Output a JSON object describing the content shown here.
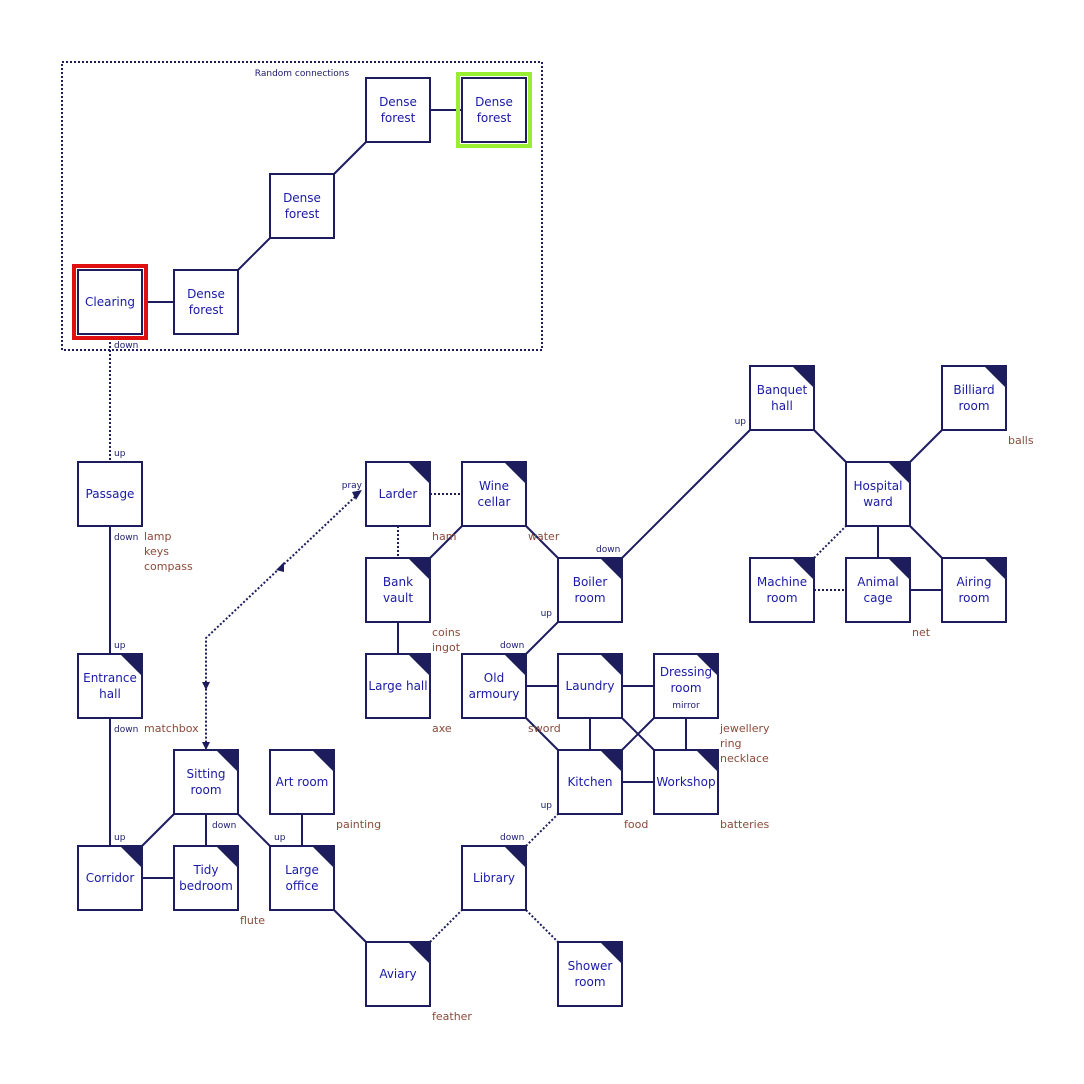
{
  "colors": {
    "line": "#1d1d5e",
    "room_text": "#1a1aa6",
    "item_text": "#8b4a3a",
    "start_highlight": "#e01010",
    "end_highlight": "#99ee33"
  },
  "region": {
    "label": "Random connections"
  },
  "rooms": [
    {
      "id": "clearing",
      "lines": [
        "Clearing"
      ],
      "corner": false,
      "highlight": "start"
    },
    {
      "id": "forest1",
      "lines": [
        "Dense",
        "forest"
      ],
      "corner": false
    },
    {
      "id": "forest2",
      "lines": [
        "Dense",
        "forest"
      ],
      "corner": false
    },
    {
      "id": "forest3",
      "lines": [
        "Dense",
        "forest"
      ],
      "corner": false
    },
    {
      "id": "forest4",
      "lines": [
        "Dense",
        "forest"
      ],
      "corner": false,
      "highlight": "end"
    },
    {
      "id": "passage",
      "lines": [
        "Passage"
      ],
      "corner": false
    },
    {
      "id": "entrance",
      "lines": [
        "Entrance",
        "hall"
      ],
      "corner": true
    },
    {
      "id": "corridor",
      "lines": [
        "Corridor"
      ],
      "corner": true
    },
    {
      "id": "sitting",
      "lines": [
        "Sitting",
        "room"
      ],
      "corner": true
    },
    {
      "id": "tidy",
      "lines": [
        "Tidy",
        "bedroom"
      ],
      "corner": true
    },
    {
      "id": "artroom",
      "lines": [
        "Art room"
      ],
      "corner": true
    },
    {
      "id": "largeoffice",
      "lines": [
        "Large",
        "office"
      ],
      "corner": true
    },
    {
      "id": "aviary",
      "lines": [
        "Aviary"
      ],
      "corner": true
    },
    {
      "id": "larder",
      "lines": [
        "Larder"
      ],
      "corner": true
    },
    {
      "id": "wine",
      "lines": [
        "Wine",
        "cellar"
      ],
      "corner": true
    },
    {
      "id": "bank",
      "lines": [
        "Bank",
        "vault"
      ],
      "corner": true
    },
    {
      "id": "largehall",
      "lines": [
        "Large hall"
      ],
      "corner": true
    },
    {
      "id": "boiler",
      "lines": [
        "Boiler",
        "room"
      ],
      "corner": true
    },
    {
      "id": "armoury",
      "lines": [
        "Old",
        "armoury"
      ],
      "corner": true
    },
    {
      "id": "laundry",
      "lines": [
        "Laundry"
      ],
      "corner": true
    },
    {
      "id": "dressing",
      "lines": [
        "Dressing",
        "room"
      ],
      "corner": true,
      "sublabel": "mirror"
    },
    {
      "id": "kitchen",
      "lines": [
        "Kitchen"
      ],
      "corner": true
    },
    {
      "id": "workshop",
      "lines": [
        "Workshop"
      ],
      "corner": true
    },
    {
      "id": "library",
      "lines": [
        "Library"
      ],
      "corner": true
    },
    {
      "id": "shower",
      "lines": [
        "Shower",
        "room"
      ],
      "corner": true
    },
    {
      "id": "banquet",
      "lines": [
        "Banquet",
        "hall"
      ],
      "corner": true
    },
    {
      "id": "billiard",
      "lines": [
        "Billiard",
        "room"
      ],
      "corner": true
    },
    {
      "id": "hospital",
      "lines": [
        "Hospital",
        "ward"
      ],
      "corner": true
    },
    {
      "id": "machine",
      "lines": [
        "Machine",
        "room"
      ],
      "corner": true
    },
    {
      "id": "animal",
      "lines": [
        "Animal",
        "cage"
      ],
      "corner": true
    },
    {
      "id": "airing",
      "lines": [
        "Airing",
        "room"
      ],
      "corner": true
    }
  ],
  "items": [
    {
      "room": "passage",
      "lines": [
        "lamp",
        "keys",
        "compass"
      ]
    },
    {
      "room": "entrance",
      "lines": [
        "matchbox"
      ]
    },
    {
      "room": "tidy",
      "lines": [
        "flute"
      ]
    },
    {
      "room": "artroom",
      "lines": [
        "painting"
      ]
    },
    {
      "room": "aviary",
      "lines": [
        "feather"
      ]
    },
    {
      "room": "larder",
      "lines": [
        "ham"
      ]
    },
    {
      "room": "wine",
      "lines": [
        "water"
      ]
    },
    {
      "room": "bank",
      "lines": [
        "coins",
        "ingot"
      ]
    },
    {
      "room": "largehall",
      "lines": [
        "axe"
      ]
    },
    {
      "room": "armoury",
      "lines": [
        "sword"
      ]
    },
    {
      "room": "dressing",
      "lines": [
        "jewellery",
        "ring",
        "necklace"
      ]
    },
    {
      "room": "kitchen",
      "lines": [
        "food"
      ]
    },
    {
      "room": "workshop",
      "lines": [
        "batteries"
      ]
    },
    {
      "room": "billiard",
      "lines": [
        "balls"
      ]
    },
    {
      "room": "animal",
      "lines": [
        "net"
      ]
    }
  ],
  "direction_labels": [
    {
      "id": "clearing-down",
      "text": "down"
    },
    {
      "id": "passage-up",
      "text": "up"
    },
    {
      "id": "passage-down",
      "text": "down"
    },
    {
      "id": "entrance-up",
      "text": "up"
    },
    {
      "id": "entrance-down",
      "text": "down"
    },
    {
      "id": "corridor-up",
      "text": "up"
    },
    {
      "id": "sitting-down",
      "text": "down"
    },
    {
      "id": "largeoffice-up",
      "text": "up"
    },
    {
      "id": "larder-pray",
      "text": "pray"
    },
    {
      "id": "boiler-down",
      "text": "down"
    },
    {
      "id": "boiler-up",
      "text": "up"
    },
    {
      "id": "armoury-down",
      "text": "down"
    },
    {
      "id": "kitchen-up",
      "text": "up"
    },
    {
      "id": "library-down",
      "text": "down"
    },
    {
      "id": "banquet-up",
      "text": "up"
    }
  ]
}
